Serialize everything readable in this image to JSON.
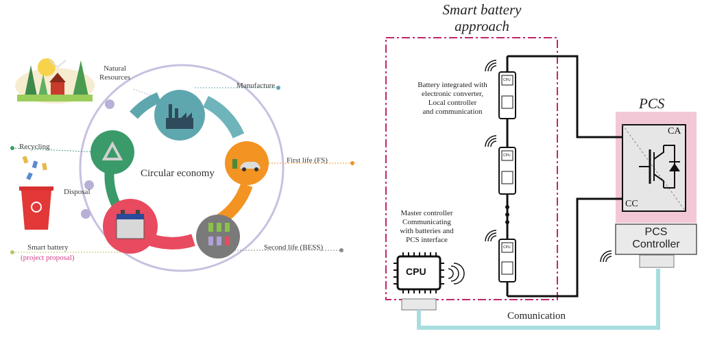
{
  "circular": {
    "natural_resources": "Natural\nResources",
    "manufacture": "Manufacture",
    "recycling": "Recycling",
    "center": "Circular economy",
    "first_life": "First life (FS)",
    "disposal": "Disposal",
    "second_life": "Second life (BESS)",
    "smart_battery": "Smart battery",
    "project_proposal": "(project proposal)"
  },
  "smart": {
    "title": "Smart battery\napproach",
    "battery_desc": "Battery integrated with\nelectronic converter,\nLocal controller\nand communication",
    "master_desc": "Master controller\nCommunicating\nwith batteries and\nPCS interface",
    "cpu": "CPU",
    "chip": "CPU",
    "communication": "Comunication"
  },
  "pcs": {
    "title": "PCS",
    "ca": "CA",
    "cc": "CC",
    "controller": "PCS\nController"
  },
  "colors": {
    "teal": "#5fa7ae",
    "orange": "#f39322",
    "grey": "#8a8a8a",
    "red": "#e84a5f",
    "green": "#3a9a6a",
    "ring": "#b8b0d6",
    "pink_bg": "#f2c8d6",
    "dash": "#c0246b",
    "comm": "#a8dde0"
  }
}
